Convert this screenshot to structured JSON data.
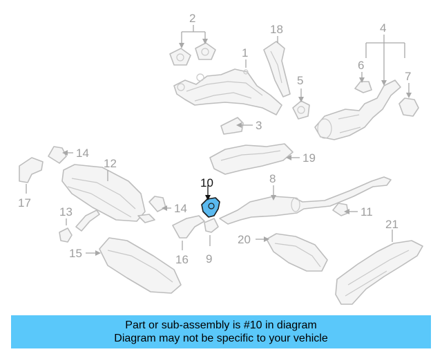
{
  "diagram": {
    "callouts": {
      "c1": "1",
      "c2": "2",
      "c3": "3",
      "c4": "4",
      "c5": "5",
      "c6": "6",
      "c7": "7",
      "c8": "8",
      "c9": "9",
      "c10": "10",
      "c11": "11",
      "c12": "12",
      "c13": "13",
      "c14a": "14",
      "c14b": "14",
      "c15": "15",
      "c16": "16",
      "c17": "17",
      "c18": "18",
      "c19": "19",
      "c20": "20",
      "c21": "21"
    },
    "highlighted_part": "10",
    "highlight_color": "#5ab9ef"
  },
  "banner": {
    "line1": "Part or sub-assembly is #10 in diagram",
    "line2": "Diagram may not be specific to your vehicle",
    "color": "#5ac8fa"
  }
}
